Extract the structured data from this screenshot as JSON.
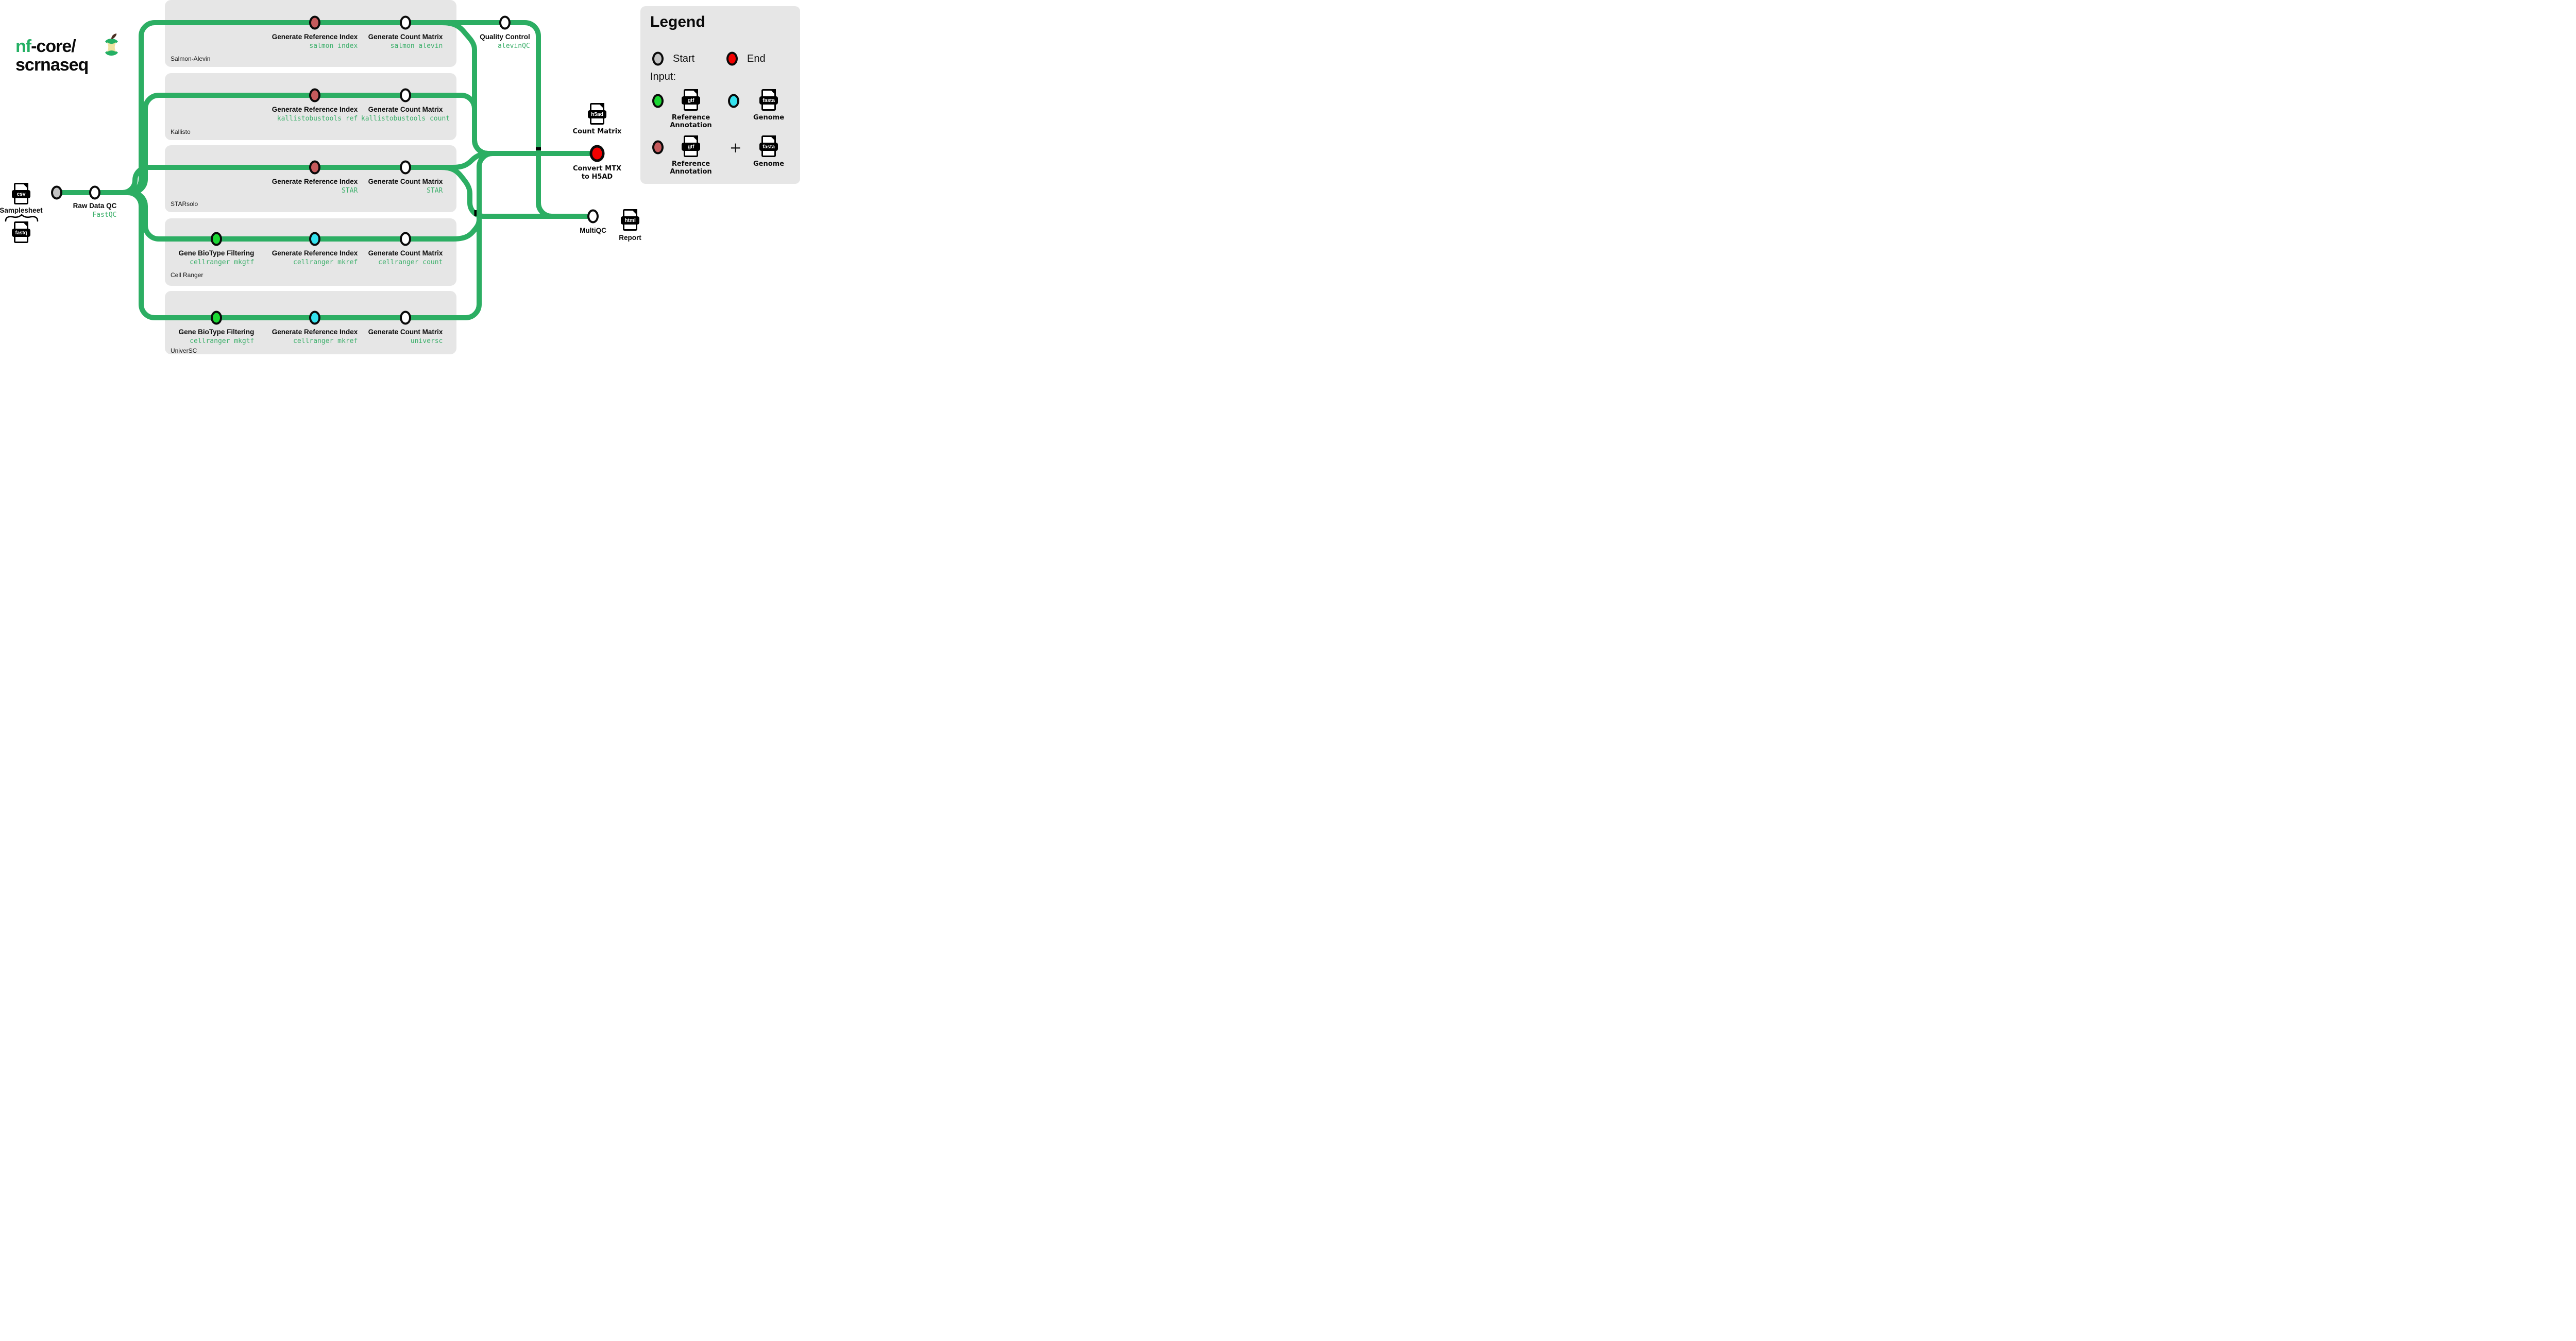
{
  "logo": {
    "prefix": "nf",
    "rest": "-core/",
    "name": "scrnaseq"
  },
  "colors": {
    "rail": "#2CAE63",
    "tool_text": "#3EB06C",
    "lane_box": "#E6E6E6",
    "node_red": "#C55A5C",
    "node_green": "#1BD733",
    "node_cyan": "#35E2EE",
    "node_start_gray": "#C3C3C3",
    "node_end_red": "#F20000",
    "brand_green": "#24B064"
  },
  "files": {
    "csv": "csv",
    "fastq": "fastq",
    "gtf": "gtf",
    "fasta": "fasta",
    "h5ad": "h5ad",
    "html": "html"
  },
  "input": {
    "samplesheet_label": "Samplesheet"
  },
  "raw_qc": {
    "title": "Raw Data QC",
    "tool": "FastQC"
  },
  "lanes": [
    {
      "tag": "Salmon-Alevin",
      "ref": {
        "title": "Generate Reference Index",
        "tool": "salmon index"
      },
      "count": {
        "title": "Generate Count Matrix",
        "tool": "salmon alevin"
      }
    },
    {
      "tag": "Kallisto",
      "ref": {
        "title": "Generate Reference Index",
        "tool": "kallistobustools ref"
      },
      "count": {
        "title": "Generate Count Matrix",
        "tool": "kallistobustools count"
      }
    },
    {
      "tag": "STARsolo",
      "ref": {
        "title": "Generate Reference Index",
        "tool": "STAR"
      },
      "count": {
        "title": "Generate Count Matrix",
        "tool": "STAR"
      }
    },
    {
      "tag": "Cell Ranger",
      "biotype": {
        "title": "Gene BioType Filtering",
        "tool": "cellranger mkgtf"
      },
      "ref": {
        "title": "Generate Reference Index",
        "tool": "cellranger mkref"
      },
      "count": {
        "title": "Generate Count Matrix",
        "tool": "cellranger count"
      }
    },
    {
      "tag": "UniverSC",
      "biotype": {
        "title": "Gene BioType Filtering",
        "tool": "cellranger mkgtf"
      },
      "ref": {
        "title": "Generate Reference Index",
        "tool": "cellranger mkref"
      },
      "count": {
        "title": "Generate Count Matrix",
        "tool": "universc"
      }
    }
  ],
  "qc": {
    "title": "Quality Control",
    "tool": "alevinQC"
  },
  "outputs": {
    "count_matrix_label": "Count Matrix",
    "convert_line1": "Convert MTX",
    "convert_line2": "to H5AD",
    "multiqc_label": "MultiQC",
    "report_label": "Report"
  },
  "legend": {
    "title": "Legend",
    "start": "Start",
    "end": "End",
    "input_label": "Input:",
    "plus": "+",
    "reference_line1": "Reference",
    "reference_line2": "Annotation",
    "genome": "Genome"
  }
}
